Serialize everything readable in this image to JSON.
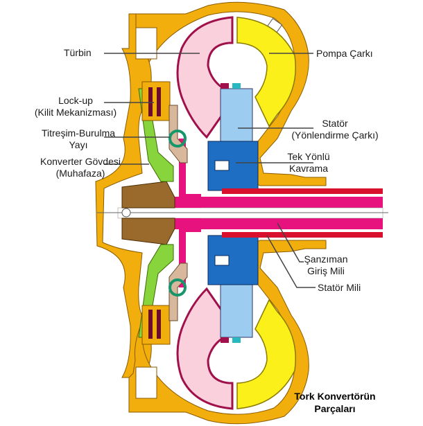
{
  "diagram": {
    "title_line1": "Tork Konvertörün",
    "title_line2": "Parçaları",
    "labels": {
      "turbine": "Türbin",
      "lockup_line1": "Lock-up",
      "lockup_line2": "(Kilit Mekanizması)",
      "damper_line1": "Titreşim-Burulma",
      "damper_line2": "Yayı",
      "housing_line1": "Konverter Gövdesi",
      "housing_line2": "(Muhafaza)",
      "pump": "Pompa Çarkı",
      "stator_line1": "Statör",
      "stator_line2": "(Yönlendirme Çarkı)",
      "oneway_line1": "Tek Yönlü",
      "oneway_line2": "Kavrama",
      "input_shaft_line1": "Şanzıman",
      "input_shaft_line2": "Giriş Mili",
      "stator_shaft": "Statör Mili"
    },
    "colors": {
      "housing": "#f2ae0c",
      "turbine": "#f9d0dc",
      "turbine_edge": "#a0104a",
      "pump": "#fbf01a",
      "stator": "#9cccf0",
      "oneway": "#1e6ec4",
      "shaft": "#e8127e",
      "stator_shaft": "#d8102e",
      "lockup": "#6e0c2c",
      "damper_plate": "#d8b89c",
      "hub": "#9a6a2c",
      "green": "#88d43c",
      "spring": "#16966a",
      "teal": "#28b8c0"
    }
  }
}
